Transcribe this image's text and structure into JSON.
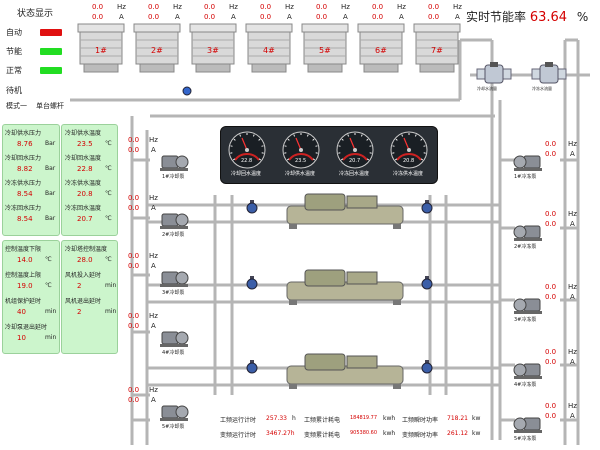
{
  "status": {
    "title": "状态显示",
    "items": [
      {
        "label": "自动",
        "color": "#e01010"
      },
      {
        "label": "节能",
        "color": "#22dd22"
      },
      {
        "label": "正常",
        "color": "#22dd22"
      }
    ],
    "standby": "待机",
    "mode_label": "模式一",
    "mode_value": "单台螺杆"
  },
  "towers": [
    {
      "label": "1#",
      "hz": "0.0",
      "a": "0.0",
      "hz_unit": "Hz",
      "a_unit": "A"
    },
    {
      "label": "2#",
      "hz": "0.0",
      "a": "0.0",
      "hz_unit": "Hz",
      "a_unit": "A"
    },
    {
      "label": "3#",
      "hz": "0.0",
      "a": "0.0",
      "hz_unit": "Hz",
      "a_unit": "A"
    },
    {
      "label": "4#",
      "hz": "0.0",
      "a": "0.0",
      "hz_unit": "Hz",
      "a_unit": "A"
    },
    {
      "label": "5#",
      "hz": "0.0",
      "a": "0.0",
      "hz_unit": "Hz",
      "a_unit": "A"
    },
    {
      "label": "6#",
      "hz": "0.0",
      "a": "0.0",
      "hz_unit": "Hz",
      "a_unit": "A"
    },
    {
      "label": "7#",
      "hz": "0.0",
      "a": "0.0",
      "hz_unit": "Hz",
      "a_unit": "A"
    }
  ],
  "realtime": {
    "label": "实时节能率",
    "value": "63.64",
    "unit": "%"
  },
  "flow_meters": [
    "冷却水流量",
    "冷冻水流量"
  ],
  "params_left": [
    {
      "label": "冷却供水压力",
      "value": "8.76",
      "unit": "Bar"
    },
    {
      "label": "冷却回水压力",
      "value": "8.82",
      "unit": "Bar"
    },
    {
      "label": "冷冻供水压力",
      "value": "8.54",
      "unit": "Bar"
    },
    {
      "label": "冷冻回水压力",
      "value": "8.54",
      "unit": "Bar"
    }
  ],
  "params_right": [
    {
      "label": "冷却供水温度",
      "value": "23.5",
      "unit": "℃"
    },
    {
      "label": "冷却回水温度",
      "value": "22.8",
      "unit": "℃"
    },
    {
      "label": "冷冻供水温度",
      "value": "20.8",
      "unit": "℃"
    },
    {
      "label": "冷冻回水温度",
      "value": "20.7",
      "unit": "℃"
    }
  ],
  "control_left": [
    {
      "label": "控制温度下限",
      "value": "14.0",
      "unit": "℃"
    },
    {
      "label": "控制温度上限",
      "value": "19.0",
      "unit": "℃"
    },
    {
      "label": "机组保护延时",
      "value": "40",
      "unit": "min"
    },
    {
      "label": "冷却泵退出延时",
      "value": "10",
      "unit": "min"
    }
  ],
  "control_right": [
    {
      "label": "冷却塔控制温度",
      "value": "28.0",
      "unit": "℃"
    },
    {
      "label": "风机投入延时",
      "value": "2",
      "unit": "min"
    },
    {
      "label": "风机退出延时",
      "value": "2",
      "unit": "min"
    }
  ],
  "gauges": [
    {
      "value": "22.8",
      "label": "冷却回水温度"
    },
    {
      "value": "23.5",
      "label": "冷却供水温度"
    },
    {
      "value": "20.7",
      "label": "冷冻回水温度"
    },
    {
      "value": "20.8",
      "label": "冷冻供水温度"
    }
  ],
  "left_pumps": [
    {
      "label": "1#冷却泵",
      "hz": "0.0",
      "a": "0.0"
    },
    {
      "label": "2#冷却泵",
      "hz": "0.0",
      "a": "0.0"
    },
    {
      "label": "3#冷却泵",
      "hz": "0.0",
      "a": "0.0"
    },
    {
      "label": "4#冷却泵",
      "hz": "0.0",
      "a": "0.0"
    },
    {
      "label": "5#冷却泵",
      "hz": "0.0",
      "a": "0.0"
    }
  ],
  "right_pumps": [
    {
      "label": "1#冷冻泵",
      "hz": "0.0",
      "a": "0.0"
    },
    {
      "label": "2#冷冻泵",
      "hz": "0.0",
      "a": "0.0"
    },
    {
      "label": "3#冷冻泵",
      "hz": "0.0",
      "a": "0.0"
    },
    {
      "label": "4#冷冻泵",
      "hz": "0.0",
      "a": "0.0"
    },
    {
      "label": "5#冷冻泵",
      "hz": "0.0",
      "a": "0.0"
    }
  ],
  "units": {
    "hz": "Hz",
    "a": "A"
  },
  "stats": [
    {
      "label": "工频运行计时",
      "value": "257.33",
      "unit": "h",
      "label2": "工频累计耗电",
      "value2": "184819.77",
      "unit2": "kwh",
      "label3": "工频瞬时功率",
      "value3": "718.21",
      "unit3": "kw"
    },
    {
      "label": "变频运行计时",
      "value": "3467.27h",
      "unit": "",
      "label2": "变频累计耗电",
      "value2": "905380.60",
      "unit2": "kwh",
      "label3": "变频瞬时功率",
      "value3": "261.12",
      "unit3": "kw"
    }
  ],
  "colors": {
    "panel_bg": "#ccf5cc",
    "value_red": "#d40000",
    "pipe": "#a9a9a9"
  }
}
